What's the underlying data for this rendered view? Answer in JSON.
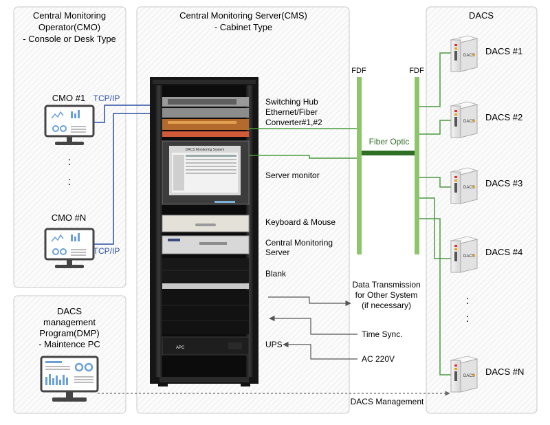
{
  "panels": {
    "cmo": {
      "title_lines": [
        "Central Monitoring",
        "Operator(CMO)",
        "- Console or Desk Type"
      ]
    },
    "cms": {
      "title_lines": [
        "Central Monitoring Server(CMS)",
        "- Cabinet Type"
      ]
    },
    "dacs": {
      "title": "DACS"
    },
    "dmp": {
      "title_lines": [
        "DACS",
        "management",
        "Program(DMP)",
        "- Maintence PC"
      ]
    }
  },
  "cmo_nodes": [
    {
      "label": "CMO #1",
      "link": "TCP/IP"
    },
    {
      "label": "CMO #N",
      "link": "TCP/IP"
    }
  ],
  "ellipsis": ":",
  "rack_labels": {
    "switch_lines": [
      "Switching Hub",
      "Ethernet/Fiber",
      "Converter#1,#2"
    ],
    "monitor": "Server monitor",
    "keyboard": "Keyboard & Mouse",
    "server_lines": [
      "Central Monitoring",
      "Server"
    ],
    "blank": "Blank",
    "ups": "UPS"
  },
  "rack_brand_texts": {
    "monitor_header": "DACS Monitoring System",
    "ups_brand": "APC"
  },
  "fdf": [
    "FDF",
    "FDF"
  ],
  "fiber_label": "Fiber Optic",
  "external": {
    "data_tx_lines": [
      "Data Transmission",
      "for Other System",
      "(if necessary)"
    ],
    "time_sync": "Time Sync.",
    "ac": "AC 220V",
    "dacs_mgmt": "DACS Management"
  },
  "dacs_units": [
    "DACS #1",
    "DACS #2",
    "DACS #3",
    "DACS #4",
    "DACS #N"
  ],
  "device_brand": "DACS",
  "colors": {
    "tcp_line": "#2b4fa3",
    "tcp_text": "#2b4fa3",
    "fiber": "#4a9a3c",
    "fiber_dark": "#2f6e25",
    "fdf_bar": "#8cc56a",
    "panel_border": "#c8c8c8",
    "arrow": "#555555"
  }
}
